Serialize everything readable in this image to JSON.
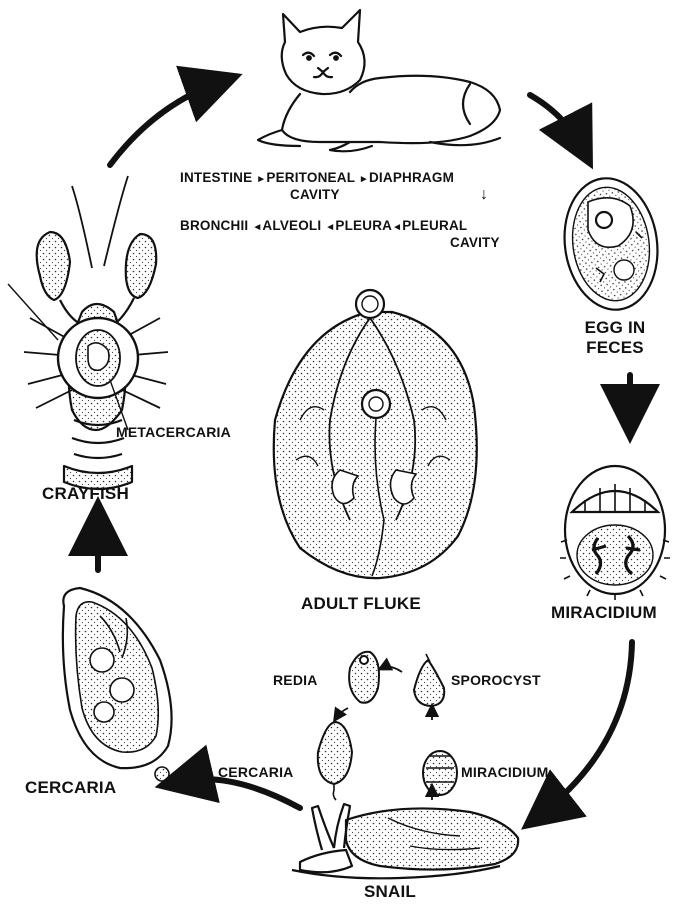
{
  "route": {
    "line1": {
      "intestine": "INTESTINE",
      "arrow1": "►",
      "peritoneal": "PERITONEAL",
      "arrow2": "►",
      "diaphragm": "DIAPHRAGM"
    },
    "cavity": "CAVITY",
    "down_arrow": "↓",
    "line2": {
      "bronchii": "BRONCHII",
      "arrow1": "◄",
      "alveoli": "ALVEOLI",
      "arrow2": "◄",
      "pleura": "PLEURA",
      "arrow3": "◄",
      "pleural": "PLEURAL"
    },
    "pleural_cavity": "CAVITY"
  },
  "labels": {
    "egg_line1": "EGG IN",
    "egg_line2": "FECES",
    "miracidium": "MIRACIDIUM",
    "snail": "SNAIL",
    "cercaria": "CERCARIA",
    "crayfish": "CRAYFISH",
    "metacercaria": "METACERCARIA",
    "adult_fluke": "ADULT FLUKE",
    "redia": "REDIA",
    "sporocyst": "SPOROCYST",
    "inner_cercaria": "CERCARIA",
    "inner_miracidium": "MIRACIDIUM"
  },
  "colors": {
    "ink": "#111111",
    "background": "#ffffff"
  }
}
